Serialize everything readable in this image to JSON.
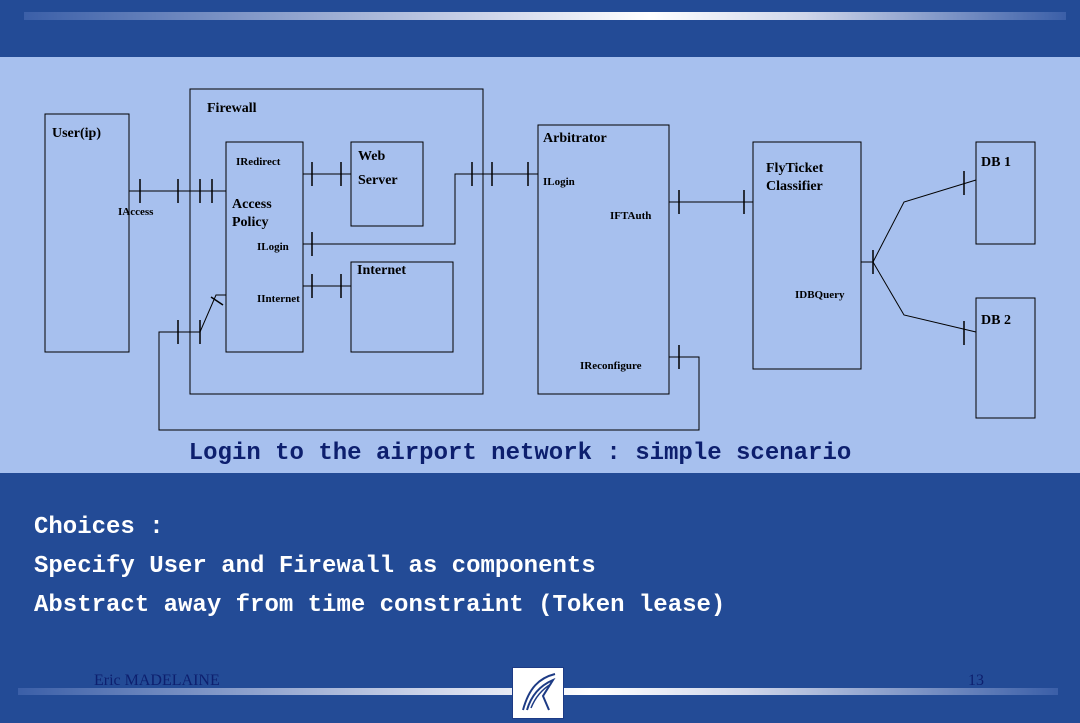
{
  "diagram": {
    "boxes": {
      "user": "User(ip)",
      "firewall": "Firewall",
      "access_policy_1": "Access",
      "access_policy_2": "Policy",
      "web_server_1": "Web",
      "web_server_2": "Server",
      "internet": "Internet",
      "arbitrator": "Arbitrator",
      "flyticket_1": "FlyTicket",
      "flyticket_2": "Classifier",
      "db1": "DB 1",
      "db2": "DB 2"
    },
    "interfaces": {
      "iaccess": "IAccess",
      "iredirect": "IRedirect",
      "ilogin_fw": "ILogin",
      "iinternet": "IInternet",
      "ilogin_arb": "ILogin",
      "iftauth": "IFTAuth",
      "ireconfigure": "IReconfigure",
      "idbquery": "IDBQuery"
    },
    "caption": "Login to the airport network : simple scenario"
  },
  "choices": {
    "heading": "Choices :",
    "items": [
      "Specify User and Firewall as components",
      "Abstract away from time constraint (Token lease)"
    ]
  },
  "footer": {
    "author": "Eric MADELAINE",
    "page": "13"
  },
  "colors": {
    "background": "#234b96",
    "panel": "#a7c0ee",
    "caption_text": "#0d1f6e",
    "body_text": "#ffffff"
  }
}
